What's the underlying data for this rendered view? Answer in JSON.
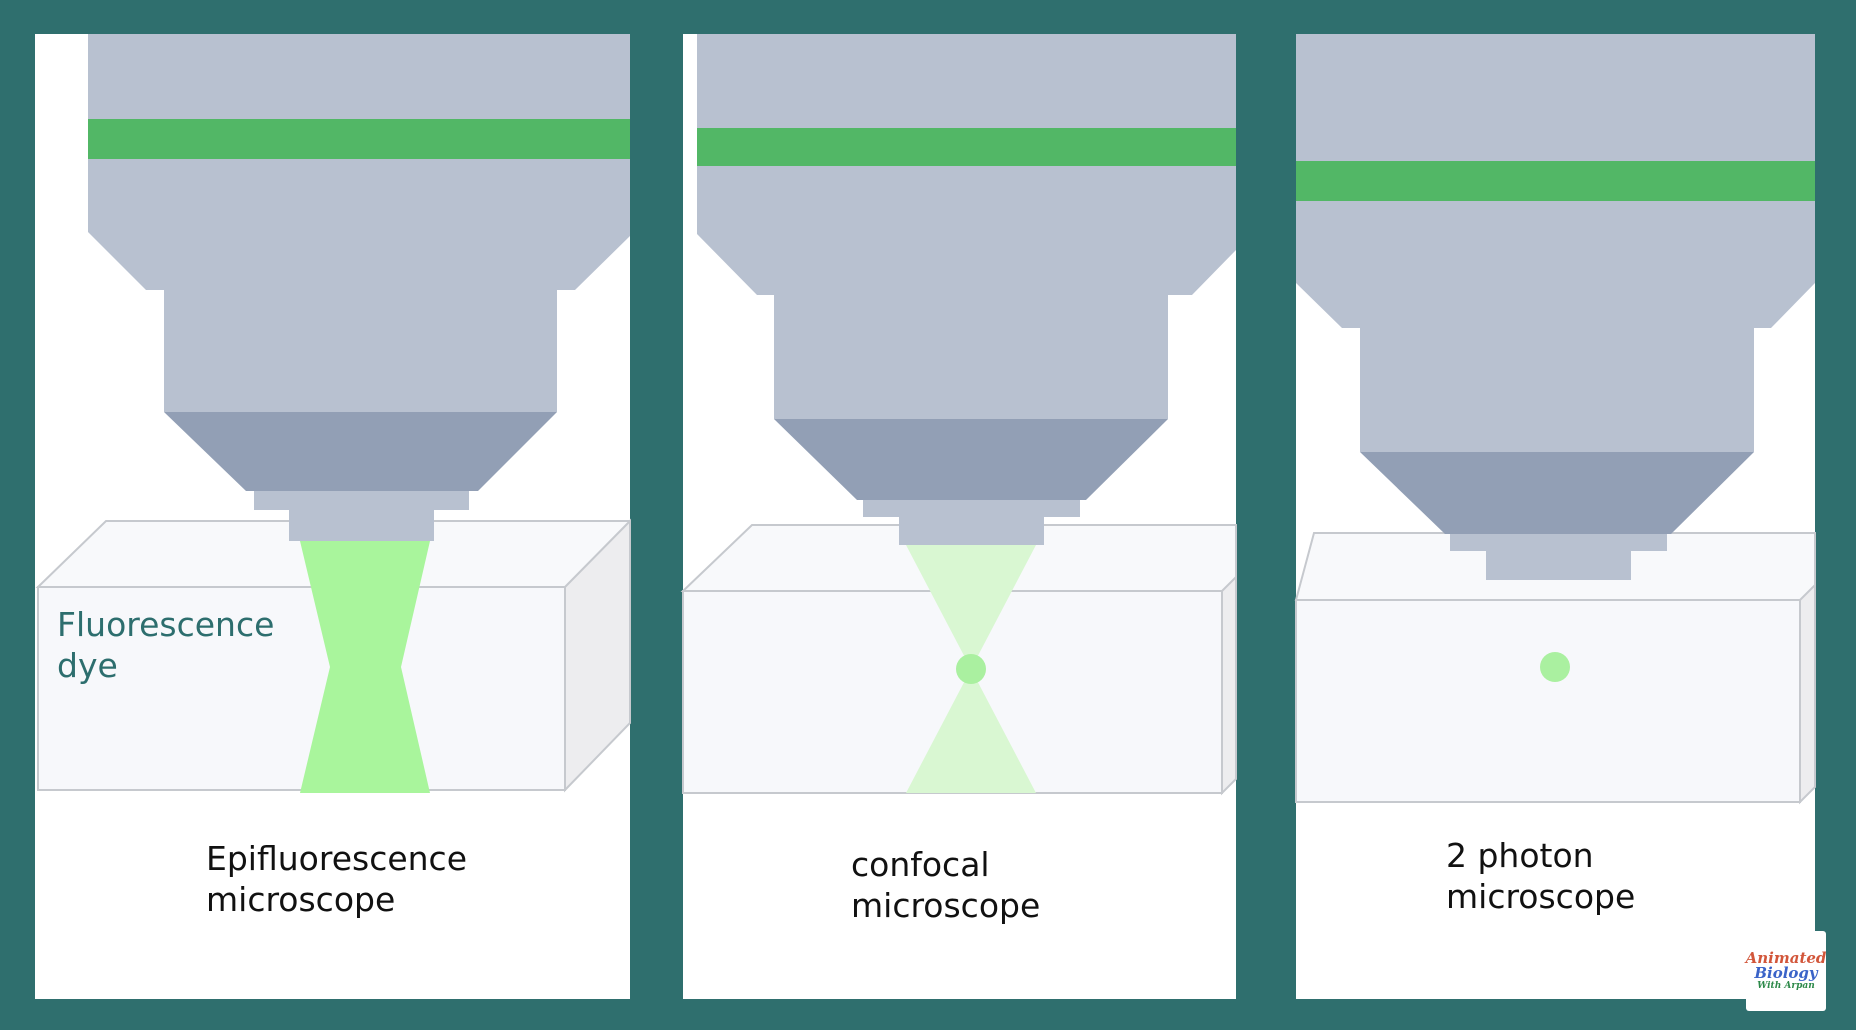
{
  "panels": [
    {
      "label_line1": "Epifluorescence",
      "label_line2": "microscope",
      "side_label_line1": "Fluorescence",
      "side_label_line2": "dye",
      "beam": "full-hourglass"
    },
    {
      "label_line1": "confocal",
      "label_line2": "microscope",
      "beam": "faint-hourglass-with-focal-spot"
    },
    {
      "label_line1": "2 photon",
      "label_line2": "microscope",
      "beam": "focal-spot-only"
    }
  ],
  "logo": {
    "line1": "Animated",
    "line2": "Biology",
    "line3": "With Arpan"
  },
  "colors": {
    "frame": "#2f6f6e",
    "panel": "#ffffff",
    "objective_body": "#b8c1d0",
    "objective_cone": "#929fb5",
    "filter_band": "#52b766",
    "fluorescent_light": "#a9f59c",
    "focal_spot": "#aaf0a0",
    "sample_face": "#f7f8fb",
    "sample_outline": "#c6c9ce",
    "dye_text": "#2d6e6e"
  }
}
